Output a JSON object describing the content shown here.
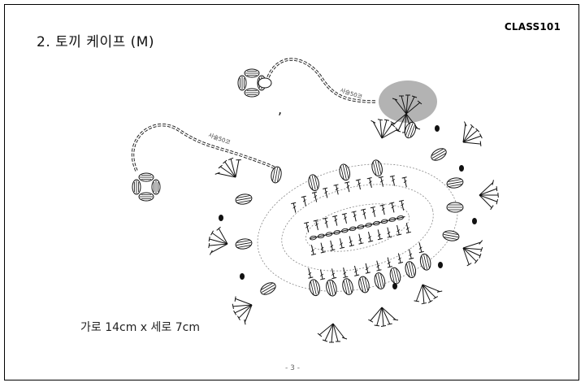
{
  "page": {
    "title": "2.  토끼 케이프 (M)",
    "brand": "CLASS101",
    "size_note": "가로 14cm x 세로 7cm",
    "page_number": "- 3 -"
  },
  "diagram": {
    "chain_label_top": "사슬50코",
    "chain_label_left": "사슬50코",
    "comma_mark": ","
  },
  "colors": {
    "highlight": "#b3b3b3",
    "stroke": "#111111"
  }
}
